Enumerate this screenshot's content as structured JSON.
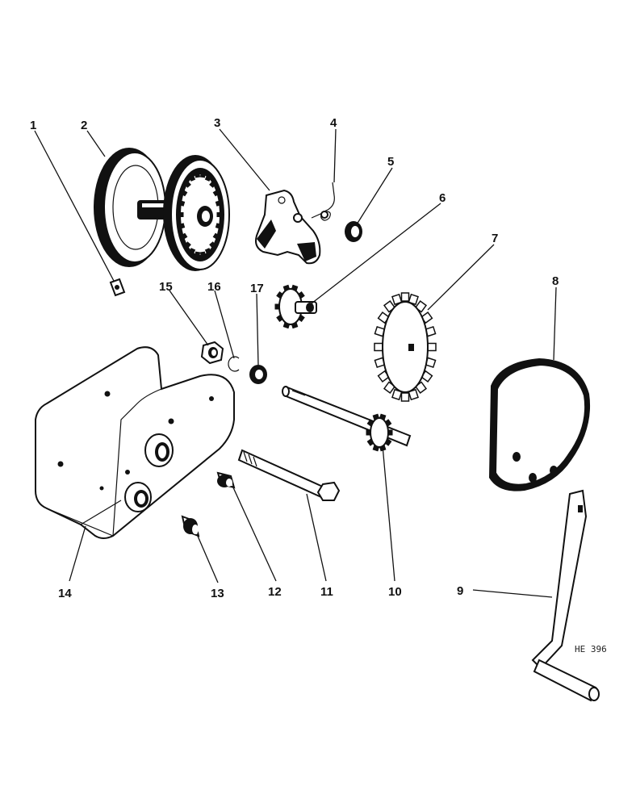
{
  "diagram": {
    "drawing_ref": "HE 396",
    "parts": [
      {
        "id": "part-1",
        "label": "1",
        "icon": "retaining-clip-icon"
      },
      {
        "id": "part-2",
        "label": "2",
        "icon": "winch-drum-icon"
      },
      {
        "id": "part-3",
        "label": "3",
        "icon": "pawl-icon"
      },
      {
        "id": "part-4",
        "label": "4",
        "icon": "spring-icon"
      },
      {
        "id": "part-5",
        "label": "5",
        "icon": "washer-icon"
      },
      {
        "id": "part-6",
        "label": "6",
        "icon": "pinion-gear-icon"
      },
      {
        "id": "part-7",
        "label": "7",
        "icon": "sprocket-gear-icon"
      },
      {
        "id": "part-8",
        "label": "8",
        "icon": "gear-cover-icon"
      },
      {
        "id": "part-9",
        "label": "9",
        "icon": "crank-handle-icon"
      },
      {
        "id": "part-10",
        "label": "10",
        "icon": "drive-shaft-icon"
      },
      {
        "id": "part-11",
        "label": "11",
        "icon": "bolt-icon"
      },
      {
        "id": "part-12",
        "label": "12",
        "icon": "bushing-icon"
      },
      {
        "id": "part-13",
        "label": "13",
        "icon": "bushing-icon"
      },
      {
        "id": "part-14",
        "label": "14",
        "icon": "frame-icon"
      },
      {
        "id": "part-15",
        "label": "15",
        "icon": "nut-icon"
      },
      {
        "id": "part-16",
        "label": "16",
        "icon": "snap-ring-icon"
      },
      {
        "id": "part-17",
        "label": "17",
        "icon": "washer-icon"
      }
    ]
  }
}
